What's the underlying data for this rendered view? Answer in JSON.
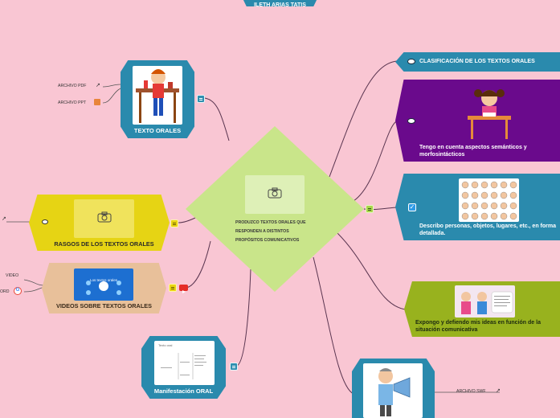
{
  "top_partial_title": "ILETH ARIAS TATIS",
  "central": {
    "text": "PRODUZCO TEXTOS ORALES QUE RESPONDEN A DISTINTOS PROPÓSITOS COMUNICATIVOS"
  },
  "left_topics": {
    "texto_orales": {
      "label": "TEXTO ORALES",
      "links": [
        "ARCHIVO PDF",
        "ARCHIVO PPT"
      ]
    },
    "rasgos": {
      "label": "RASGOS DE LOS TEXTOS ORALES"
    },
    "videos": {
      "label": "VIDEOS SOBRE TEXTOS ORALES",
      "links": [
        "VIDEO",
        "ORD"
      ],
      "image_caption": "Los textos orales"
    },
    "manifestacion": {
      "label": "Manifestación ORAL",
      "image_caption": "Texto oral"
    }
  },
  "right_topics": {
    "clasificacion": {
      "label": "CLASIFICACIÓN DE LOS TEXTOS ORALES"
    },
    "tengo": {
      "label": "Tengo en cuenta aspectos semánticos y morfosintácticos"
    },
    "describo": {
      "label": "Describo personas, objetos, lugares, etc., en forma detallada."
    },
    "expongo": {
      "label": "Expongo y defiendo mis ideas en función de la situación comunicativa"
    },
    "bottom": {
      "links": [
        "ARCHIVO SWF"
      ]
    }
  },
  "colors": {
    "background": "#f9c6d3",
    "central": "#c9e58a",
    "teal": "#2a8aad",
    "purple": "#6a0a8c",
    "yellow": "#e6d414",
    "peach": "#e8c09a",
    "olive": "#98b21e"
  },
  "icons": {
    "camera": "camera-icon",
    "note": "note-icon",
    "external_link": "external-link-icon",
    "eye": "eye-icon",
    "check": "checkbox-icon",
    "youtube": "youtube-icon",
    "google": "google-icon"
  }
}
